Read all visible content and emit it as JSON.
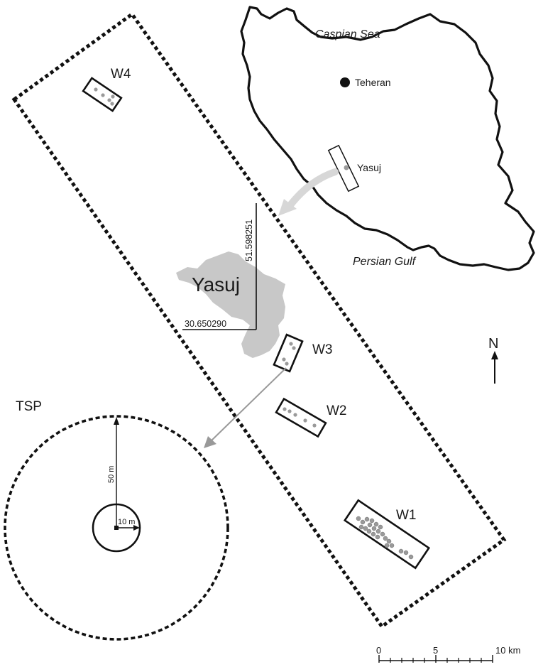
{
  "map": {
    "study_sites": [
      "W1",
      "W2",
      "W3",
      "W4"
    ],
    "tsp": {
      "label": "TSP",
      "outer_radius_label": "50 m",
      "inner_radius_label": "10 m"
    },
    "city": {
      "label": "Yasuj",
      "longitude_label": "51.598251",
      "latitude_label": "30.650290",
      "fill_color": "#c8c8c8"
    },
    "inset": {
      "capital": "Teheran",
      "city": "Yasuj",
      "north_sea": "Caspian Sea",
      "south_sea": "Persian Gulf"
    },
    "north_arrow": {
      "label": "N"
    },
    "scale_bar": {
      "labels": [
        "0",
        "5",
        "10 km"
      ]
    },
    "colors": {
      "outline": "#111111",
      "tree_points": "#9a9a9a",
      "pointer_arrow": "#999999",
      "pointer_arrow_light": "#d7d7d7"
    }
  }
}
